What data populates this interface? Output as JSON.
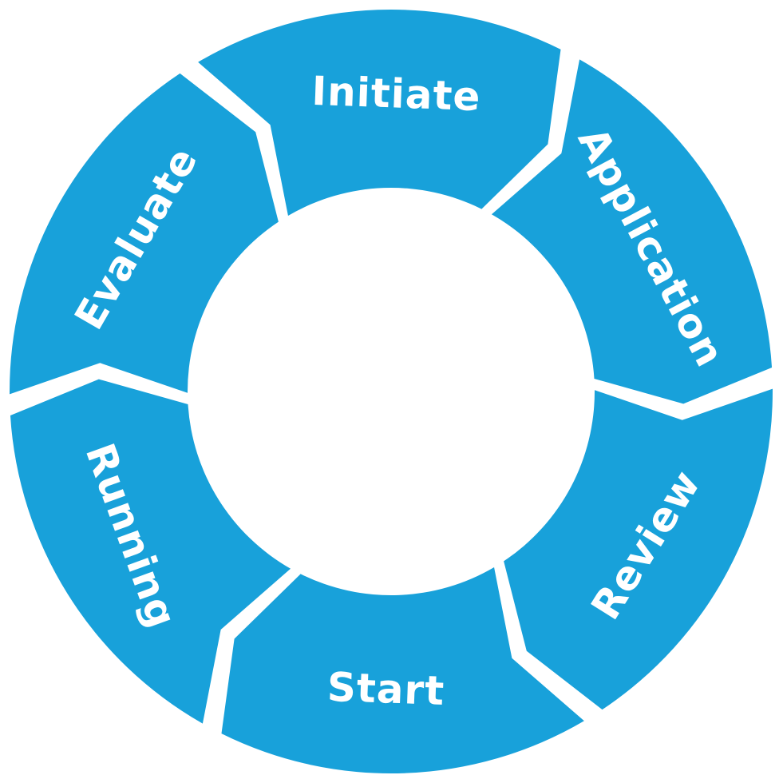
{
  "diagram": {
    "type": "cycle",
    "fill_color": "#18A1DA",
    "background_color": "#FFFFFF",
    "label_color": "#FFFFFF",
    "segments": [
      {
        "label": "Initiate"
      },
      {
        "label": "Application"
      },
      {
        "label": "Review"
      },
      {
        "label": "Start"
      },
      {
        "label": "Running"
      },
      {
        "label": "Evaluate"
      }
    ]
  }
}
